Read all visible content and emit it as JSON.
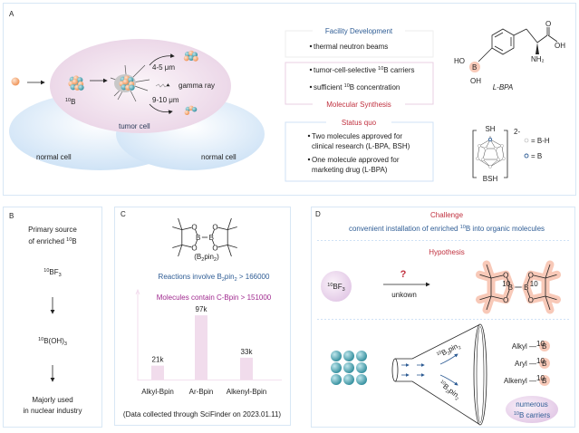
{
  "panels": {
    "a": {
      "label": "A",
      "normal_cell": "normal cell",
      "tumor_cell": "tumor cell",
      "boron": {
        "sup": "10",
        "base": "B"
      },
      "range1": "4-5 μm",
      "range2": "9-10 μm",
      "gamma": "gamma ray",
      "facility_title": "Facility Development",
      "facility_items": [
        "thermal neutron beams"
      ],
      "synthesis_title": "Molecular Synthesis",
      "synthesis_items": [
        {
          "pre": "tumor-cell-selective ",
          "sup": "10",
          "post": "B carriers"
        },
        {
          "pre": "sufficient ",
          "sup": "10",
          "post": "B concentration"
        }
      ],
      "status_title": "Status quo",
      "status_items": [
        {
          "line1": "Two molecules approved for",
          "line2": "clinical research (L-BPA, BSH)"
        },
        {
          "line1": "One molecule approved for",
          "line2": "marketing drug (L-BPA)"
        }
      ],
      "lbpa": {
        "name": "L-BPA",
        "ho": "HO",
        "b": "B",
        "oh": "OH",
        "o": "O",
        "cooh_oh": "OH",
        "nh2": "NH₂"
      },
      "bsh": {
        "name": "BSH",
        "sh": "SH",
        "charge": "2-",
        "legend_bh": "= B-H",
        "legend_b": "= B"
      }
    },
    "b": {
      "label": "B",
      "source_line1": "Primary source",
      "source_line2": {
        "pre": "of enriched ",
        "sup": "10",
        "post": "B"
      },
      "bf3": {
        "sup": "10",
        "base": "BF",
        "sub": "3"
      },
      "boh3": {
        "sup": "10",
        "base": "B(OH)",
        "sub": "3"
      },
      "usage_line1": "Majorly used",
      "usage_line2": "in nuclear industry"
    },
    "c": {
      "label": "C",
      "b2pin2": {
        "b": "B",
        "o": "O",
        "name_pre": "(B",
        "name_sub1": "2",
        "name_mid": "pin",
        "name_sub2": "2",
        "name_post": ")"
      },
      "reactions": {
        "pre": "Reactions involve B",
        "sub1": "2",
        "mid": "pin",
        "sub2": "2",
        "post": " > 166000"
      },
      "molecules": "Molecules contain C-Bpin > 151000",
      "footnote": "(Data collected through SciFinder on 2023.01.11)"
    },
    "d": {
      "label": "D",
      "challenge_title": "Challenge",
      "challenge_text": {
        "pre": "convenient installation of enriched ",
        "sup": "10",
        "post": "B into organic molecules"
      },
      "hypothesis_title": "Hypothesis",
      "bf3": {
        "sup": "10",
        "base": "BF",
        "sub": "3"
      },
      "question": "?",
      "arrow_label": "unkown",
      "b10": "10",
      "funnel_label": {
        "sup": "10",
        "pre": "B",
        "sub1": "2",
        "mid": "pin",
        "sub2": "2"
      },
      "products": [
        {
          "name": "Alkyl",
          "sup": "10",
          "b": "B"
        },
        {
          "name": "Aryl",
          "sup": "10",
          "b": "B"
        },
        {
          "name": "Alkenyl",
          "sup": "10",
          "b": "B"
        }
      ],
      "carriers_line1": "numerous",
      "carriers_line2": {
        "sup": "10",
        "post": "B carriers"
      }
    }
  },
  "colors": {
    "title_blue": "#2f5d95",
    "title_red": "#c0303e",
    "purple": "#a02a8f",
    "bar": "#f1dcec",
    "orange_atom": "#f4a36d",
    "teal_atom": "#3d9aa8",
    "pink_glow": "#f8c9b8"
  },
  "chart_data": {
    "type": "bar",
    "categories": [
      "Alkyl-Bpin",
      "Ar-Bpin",
      "Alkenyl-Bpin"
    ],
    "values": [
      21000,
      97000,
      33000
    ],
    "data_labels": [
      "21k",
      "97k",
      "33k"
    ],
    "title": "Molecules contain C-Bpin > 151000",
    "xlabel": "",
    "ylabel": "",
    "ylim": [
      0,
      130000
    ],
    "grid": false
  }
}
